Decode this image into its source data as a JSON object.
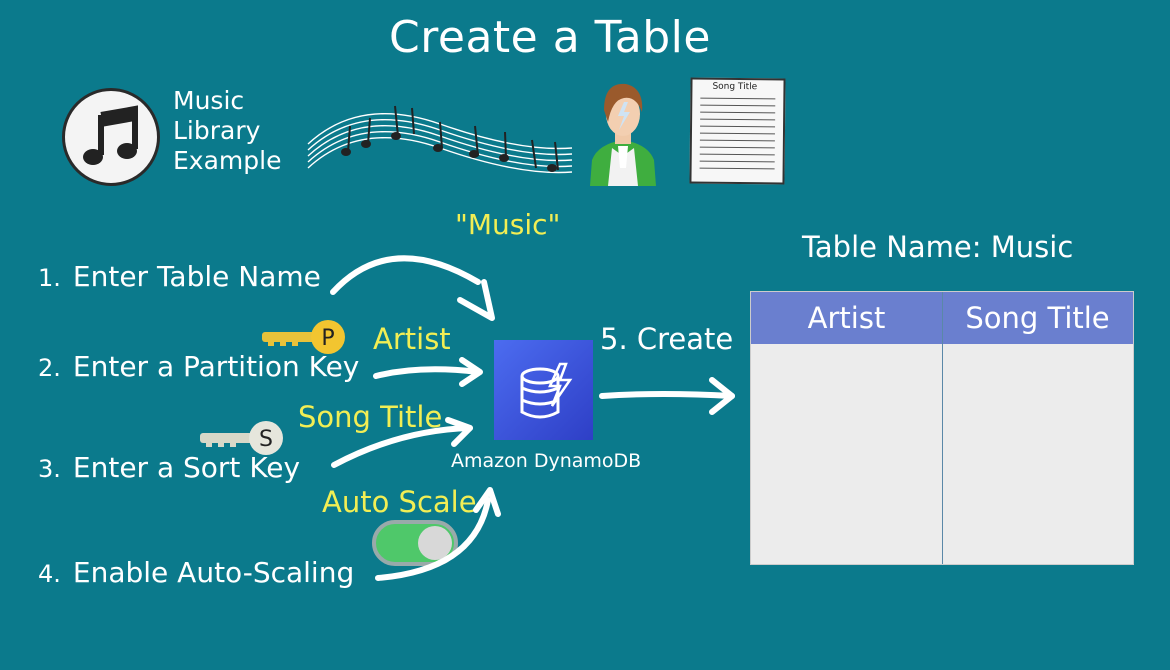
{
  "title": "Create a Table",
  "library": {
    "line1": "Music",
    "line2": "Library",
    "line3": "Example"
  },
  "doc_header": "Song Title",
  "table_name_quote": "\"Music\"",
  "steps": [
    {
      "num": "1.",
      "label": "Enter Table Name"
    },
    {
      "num": "2.",
      "label": "Enter a Partition Key"
    },
    {
      "num": "3.",
      "label": "Enter a Sort Key"
    },
    {
      "num": "4.",
      "label": "Enable Auto-Scaling"
    }
  ],
  "key_values": {
    "partition": "Artist",
    "sort": "Song Title",
    "autoscale": "Auto Scale"
  },
  "key_letters": {
    "partition": "P",
    "sort": "S"
  },
  "service_label": "Amazon DynamoDB",
  "create_step": "5. Create",
  "table": {
    "name_label": "Table Name:  Music",
    "columns": [
      "Artist",
      "Song Title"
    ]
  },
  "colors": {
    "background": "#0b7a8c",
    "highlight": "#f2ee54",
    "table_header": "#6a7fcf",
    "dynamo": "#3b4fd8",
    "toggle_on": "#4fc86a"
  },
  "icons": [
    "music-note-icon",
    "music-staff-icon",
    "person-icon",
    "document-icon",
    "partition-key-icon",
    "sort-key-icon",
    "dynamodb-icon",
    "toggle-switch"
  ],
  "toggle_on": true
}
